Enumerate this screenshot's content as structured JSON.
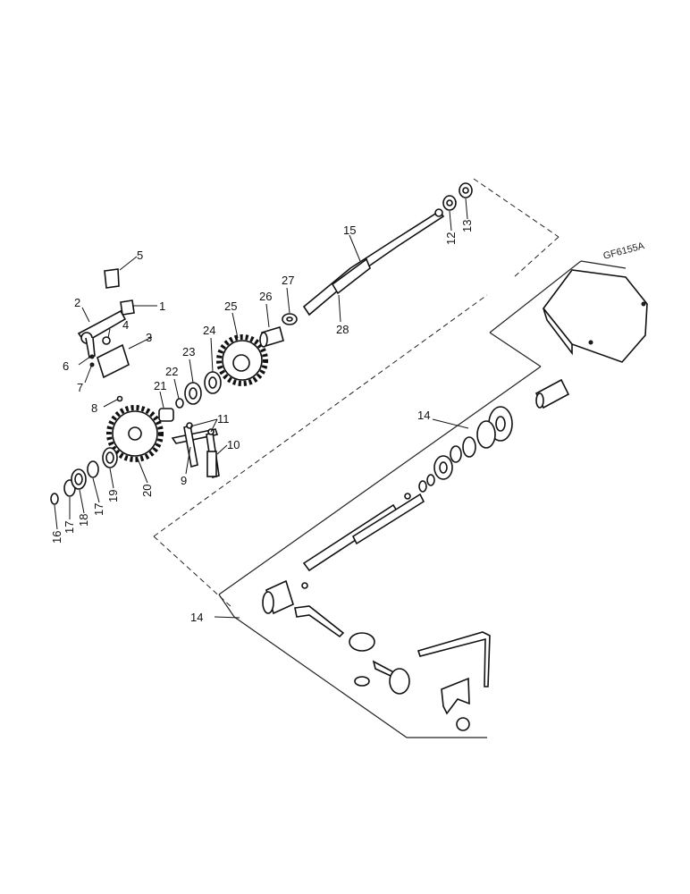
{
  "drawing_code": "GF6155A",
  "callouts": {
    "c1": "1",
    "c2": "2",
    "c3": "3",
    "c4": "4",
    "c5": "5",
    "c6": "6",
    "c7": "7",
    "c8": "8",
    "c9": "9",
    "c10": "10",
    "c11": "11",
    "c12": "12",
    "c13": "13",
    "c14a": "14",
    "c14b": "14",
    "c15": "15",
    "c16": "16",
    "c17a": "17",
    "c17b": "17",
    "c18": "18",
    "c19": "19",
    "c20": "20",
    "c21": "21",
    "c22": "22",
    "c23": "23",
    "c24": "24",
    "c25": "25",
    "c26": "26",
    "c27": "27",
    "c28": "28"
  }
}
